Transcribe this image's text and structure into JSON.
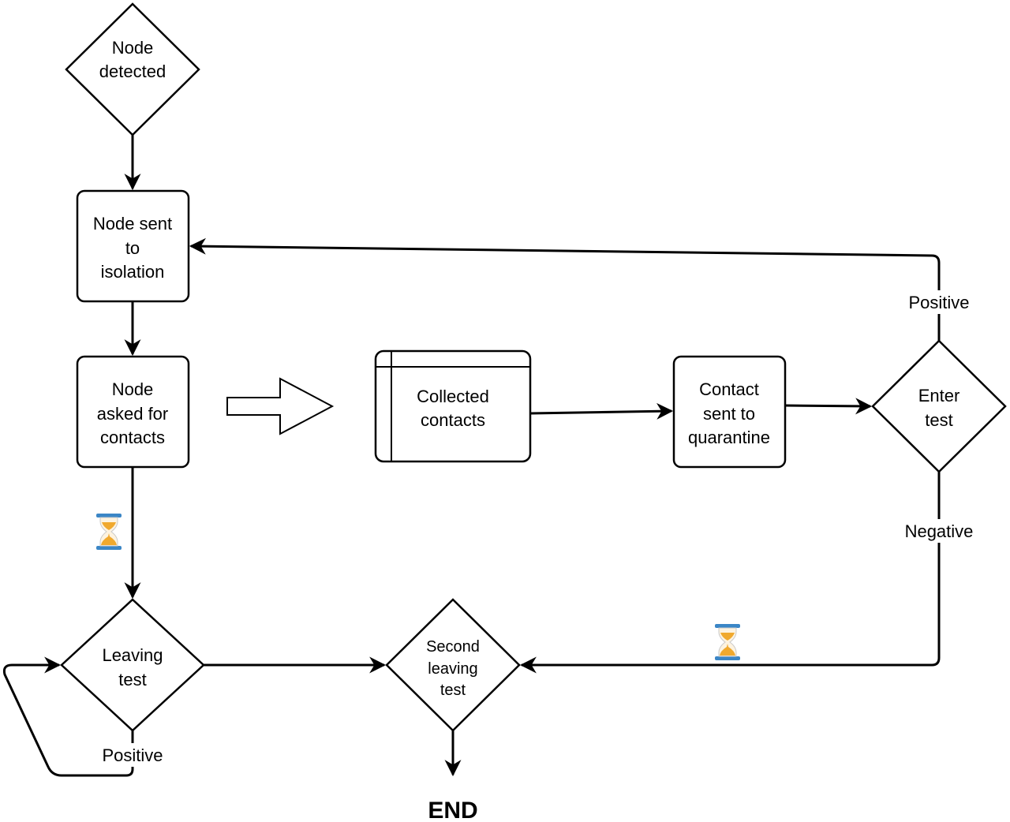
{
  "nodes": {
    "node_detected": {
      "lines": [
        "Node",
        "detected"
      ]
    },
    "isolation": {
      "lines": [
        "Node sent",
        "to",
        "isolation"
      ]
    },
    "asked_contacts": {
      "lines": [
        "Node",
        "asked for",
        "contacts"
      ]
    },
    "collected": {
      "lines": [
        "Collected",
        "contacts"
      ]
    },
    "quarantine": {
      "lines": [
        "Contact",
        "sent to",
        "quarantine"
      ]
    },
    "enter_test": {
      "lines": [
        "Enter",
        "test"
      ]
    },
    "leaving_test": {
      "lines": [
        "Leaving",
        "test"
      ]
    },
    "second_leaving": {
      "lines": [
        "Second",
        "leaving",
        "test"
      ]
    },
    "end": {
      "label": "END"
    }
  },
  "edges": {
    "enter_positive": "Positive",
    "enter_negative": "Negative",
    "leaving_positive": "Positive"
  },
  "icons": [
    "hourglass-icon",
    "hourglass-icon"
  ],
  "colors": {
    "stroke": "#000000",
    "hourglass_frame": "#3b86c6",
    "hourglass_sand": "#f0a92e"
  }
}
